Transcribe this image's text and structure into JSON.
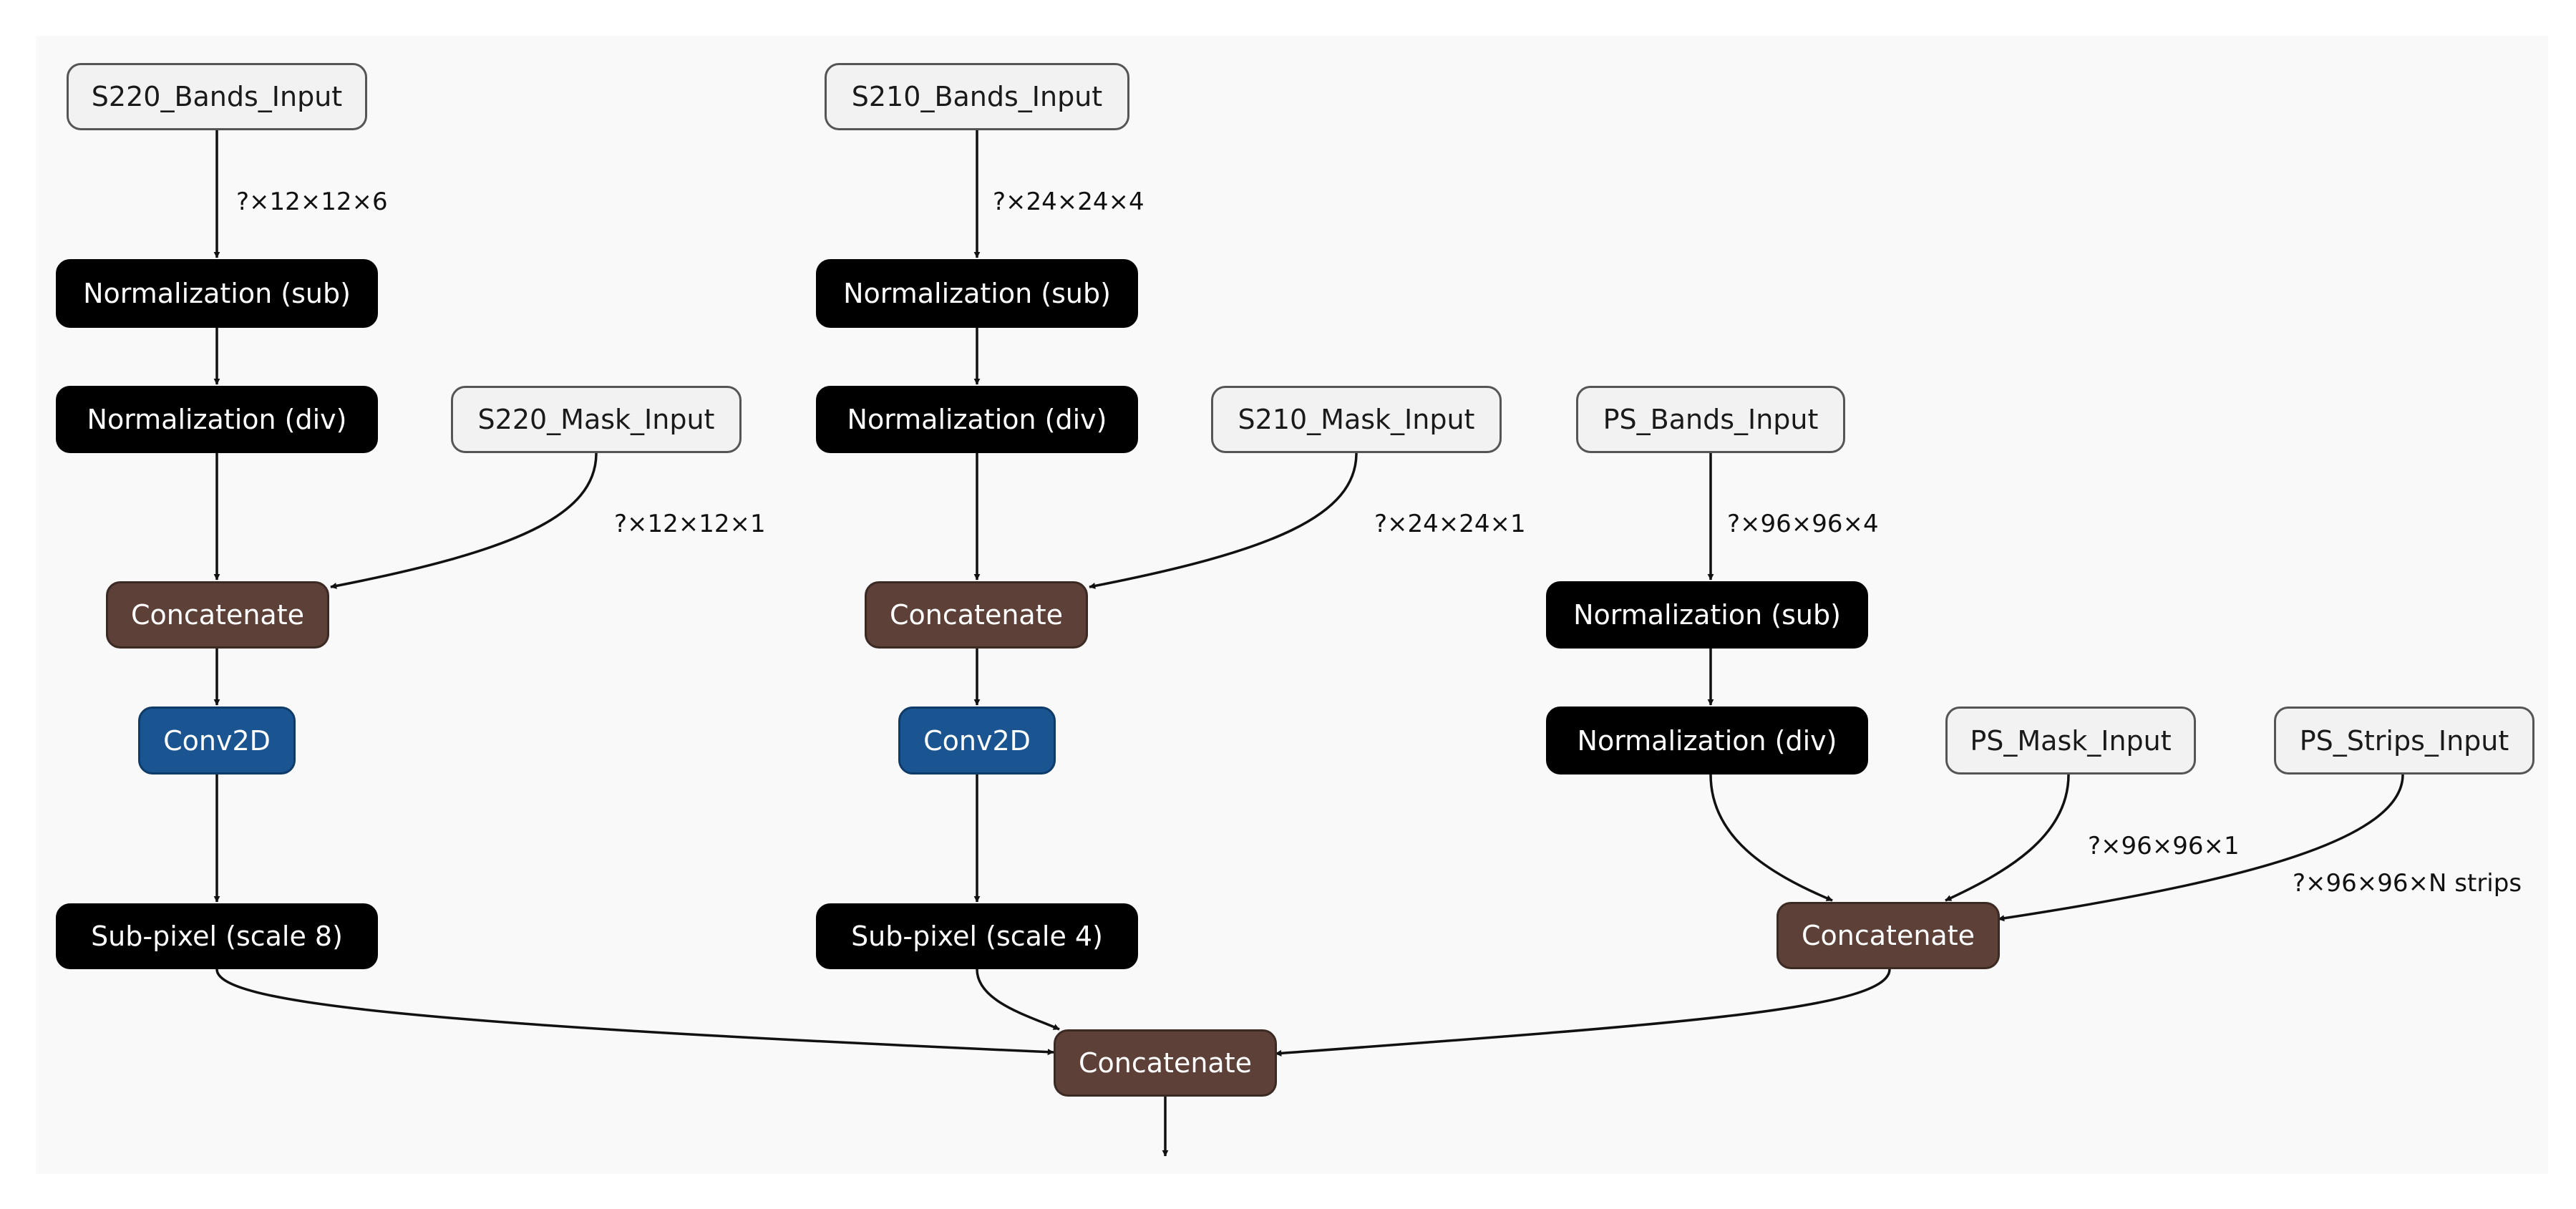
{
  "nodes": {
    "s220_bands_input": "S220_Bands_Input",
    "s220_norm_sub": "Normalization (sub)",
    "s220_norm_div": "Normalization (div)",
    "s220_mask_input": "S220_Mask_Input",
    "s220_concat": "Concatenate",
    "s220_conv": "Conv2D",
    "s220_subpixel": "Sub-pixel (scale 8)",
    "s210_bands_input": "S210_Bands_Input",
    "s210_norm_sub": "Normalization (sub)",
    "s210_norm_div": "Normalization (div)",
    "s210_mask_input": "S210_Mask_Input",
    "s210_concat": "Concatenate",
    "s210_conv": "Conv2D",
    "s210_subpixel": "Sub-pixel (scale 4)",
    "ps_bands_input": "PS_Bands_Input",
    "ps_norm_sub": "Normalization (sub)",
    "ps_norm_div": "Normalization (div)",
    "ps_mask_input": "PS_Mask_Input",
    "ps_strips_input": "PS_Strips_Input",
    "ps_concat": "Concatenate",
    "final_concat": "Concatenate"
  },
  "shapes": {
    "s220_bands": "?×12×12×6",
    "s220_mask": "?×12×12×1",
    "s210_bands": "?×24×24×4",
    "s210_mask": "?×24×24×1",
    "ps_bands": "?×96×96×4",
    "ps_mask": "?×96×96×1",
    "ps_strips": "?×96×96×N strips"
  },
  "colors": {
    "input": "#f2f2f2",
    "normalization": "#000000",
    "concatenate": "#5d4037",
    "conv2d": "#1a5591"
  }
}
